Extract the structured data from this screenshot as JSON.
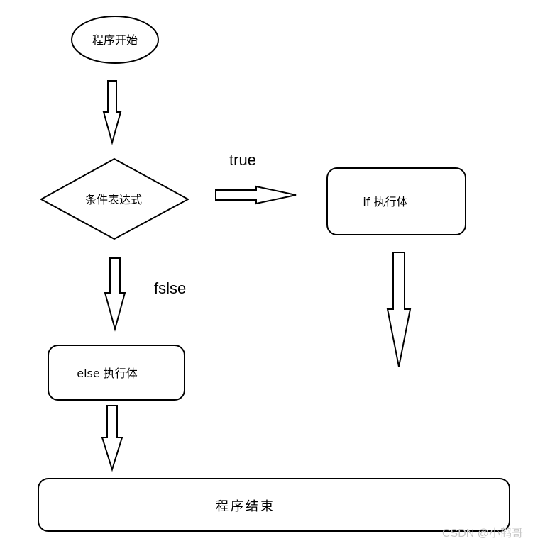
{
  "nodes": {
    "start": "程序开始",
    "condition": "条件表达式",
    "if_body": "if 执行体",
    "else_body": "else 执行体",
    "end": "程序结束"
  },
  "edges": {
    "true_label": "true",
    "false_label": "fslse"
  },
  "watermark": "CSDN @小鹤哥",
  "colors": {
    "stroke": "#000000",
    "fill": "#ffffff",
    "watermark": "#c8c8c8"
  }
}
